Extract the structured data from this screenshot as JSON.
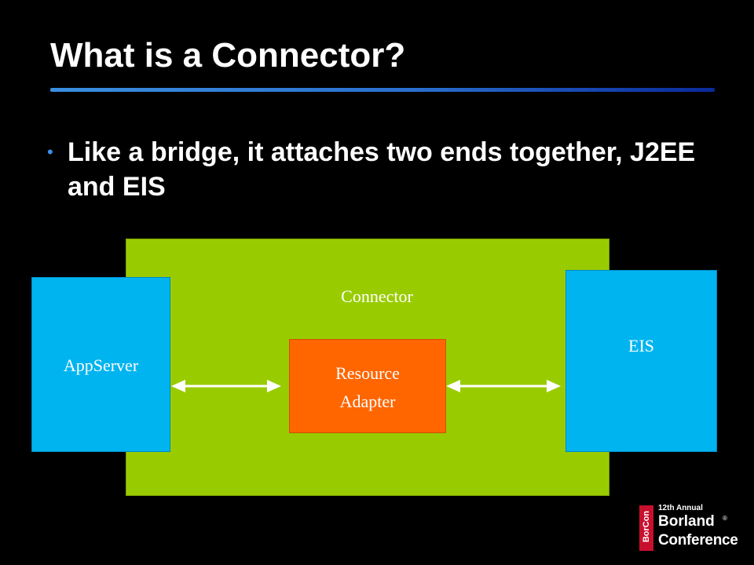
{
  "slide": {
    "title": "What is a Connector?",
    "bullet": "Like a bridge, it attaches two ends together, J2EE and EIS"
  },
  "diagram": {
    "connector_label": "Connector",
    "appserver_label": "AppServer",
    "eis_label": "EIS",
    "resource_adapter_line1": "Resource",
    "resource_adapter_line2": "Adapter"
  },
  "logo": {
    "vertical_text": "BorCon",
    "line1": "12th Annual",
    "line2": "Borland",
    "registered": "®",
    "line3": "Conference"
  },
  "colors": {
    "background": "#000000",
    "title_rule": "#2a6fd0",
    "bullet_dot": "#3d8fe8",
    "connector_fill": "#99cc00",
    "server_fill": "#00b4f0",
    "adapter_fill": "#ff6600",
    "logo_red": "#c8102e"
  }
}
